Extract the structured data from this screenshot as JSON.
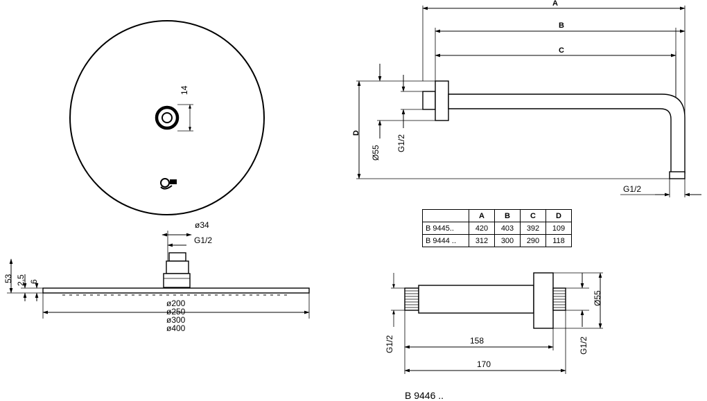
{
  "top_view": {
    "dim_small": "14"
  },
  "side_view": {
    "connector_dia": "ø34",
    "connector_thread": "G1/2",
    "height_total": "53",
    "height_plate": "2,5",
    "height_body": "6",
    "diameters": [
      "ø200",
      "ø250",
      "ø300",
      "ø400"
    ]
  },
  "arm_view": {
    "dim_a": "A",
    "dim_b": "B",
    "dim_c": "C",
    "dim_d": "D",
    "flange_dia": "Ø55",
    "thread_left": "G1/2",
    "thread_outlet": "G1/2"
  },
  "table": {
    "headers": [
      "",
      "A",
      "B",
      "C",
      "D"
    ],
    "rows": [
      {
        "model": "B 9445..",
        "a": "420",
        "b": "403",
        "c": "392",
        "d": "109"
      },
      {
        "model": "B 9444 ..",
        "a": "312",
        "b": "300",
        "c": "290",
        "d": "118"
      }
    ]
  },
  "ceiling_arm": {
    "thread_left": "G1/2",
    "thread_right": "G1/2",
    "flange_dia": "Ø55",
    "length_inner": "158",
    "length_total": "170",
    "product_code": "B 9446 .."
  }
}
